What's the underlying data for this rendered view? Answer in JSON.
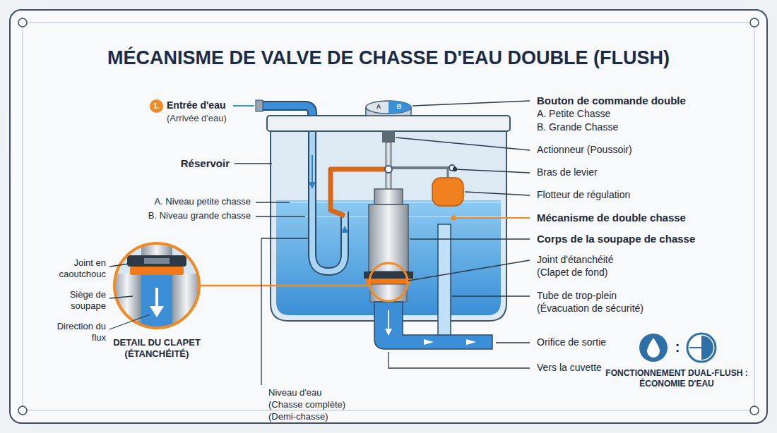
{
  "diagram": {
    "title": "MÉCANISME DE VALVE DE CHASSE D'EAU DOUBLE (FLUSH)",
    "nodes": [
      {
        "text": [
          "1."
        ]
      }
    ],
    "labels": [
      "Entrée d'eau",
      "(Arrivée d'eau)",
      "Réservoir",
      "A. Niveau petite chasse",
      "B. Niveau grande chasse",
      "Joint en caoutchouc",
      "Siège de soupape",
      "Direction du flux",
      "DETAIL DU CLAPET (ÉTANCHÉITÉ)",
      "Niveau d'eau",
      "(Chasse complète)",
      "(Demi-chasse)",
      "Bouton de commande double",
      "A. Petite Chasse",
      "B. Grande Chasse",
      "Actionneur (Poussoir)",
      "Bras de levier",
      "Flotteur de régulation",
      "Mécanisme de double chasse",
      "Corps de la soupape de chasse",
      "Joint d'étanchéité",
      "(Clapet de fond)",
      "Tube de trop-plein",
      "(Évacuation de sécurité)",
      "Orifice de sortie",
      "Vers la cuvette",
      "A",
      "B",
      ":",
      "FONCTIONNEMENT DUAL-FLUSH : ÉCONOMIE D'EAU"
    ]
  }
}
